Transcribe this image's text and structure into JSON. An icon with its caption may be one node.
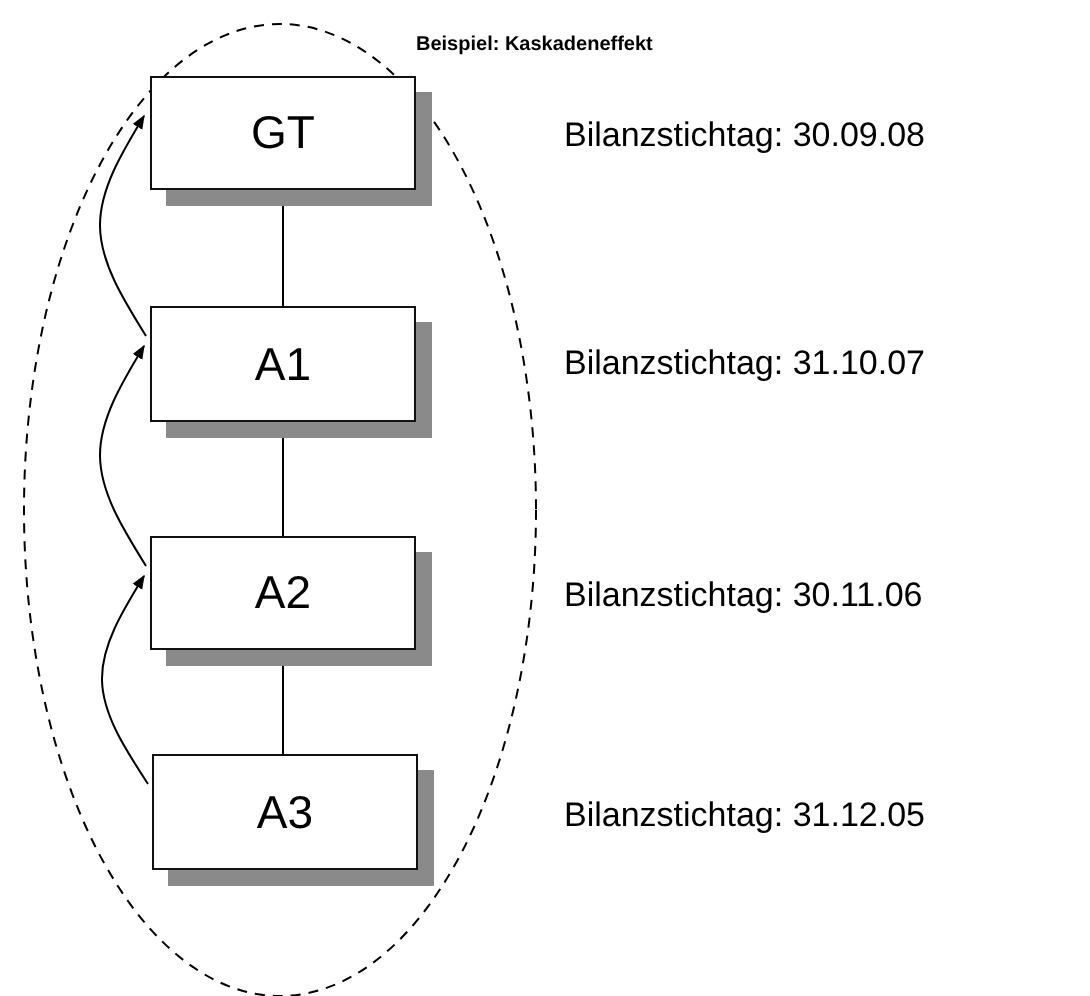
{
  "diagram": {
    "title": "Beispiel: Kaskadeneffekt",
    "nodes": [
      {
        "text": [
          "GT"
        ]
      },
      {
        "text": [
          "A1"
        ]
      },
      {
        "text": [
          "A2"
        ]
      },
      {
        "text": [
          "A3"
        ]
      }
    ],
    "edges": [
      {
        "from": 0,
        "to": 1,
        "arrow": "none"
      },
      {
        "from": 1,
        "to": 2,
        "arrow": "none"
      },
      {
        "from": 2,
        "to": 3,
        "arrow": "none"
      },
      {
        "from": 1,
        "to": 0,
        "arrow": "to"
      },
      {
        "from": 2,
        "to": 1,
        "arrow": "to"
      },
      {
        "from": 3,
        "to": 2,
        "arrow": "to"
      }
    ],
    "labels": [
      "Bilanzstichtag: 30.09.08",
      "Bilanzstichtag: 31.10.07",
      "Bilanzstichtag: 30.11.06",
      "Bilanzstichtag: 31.12.05"
    ]
  }
}
